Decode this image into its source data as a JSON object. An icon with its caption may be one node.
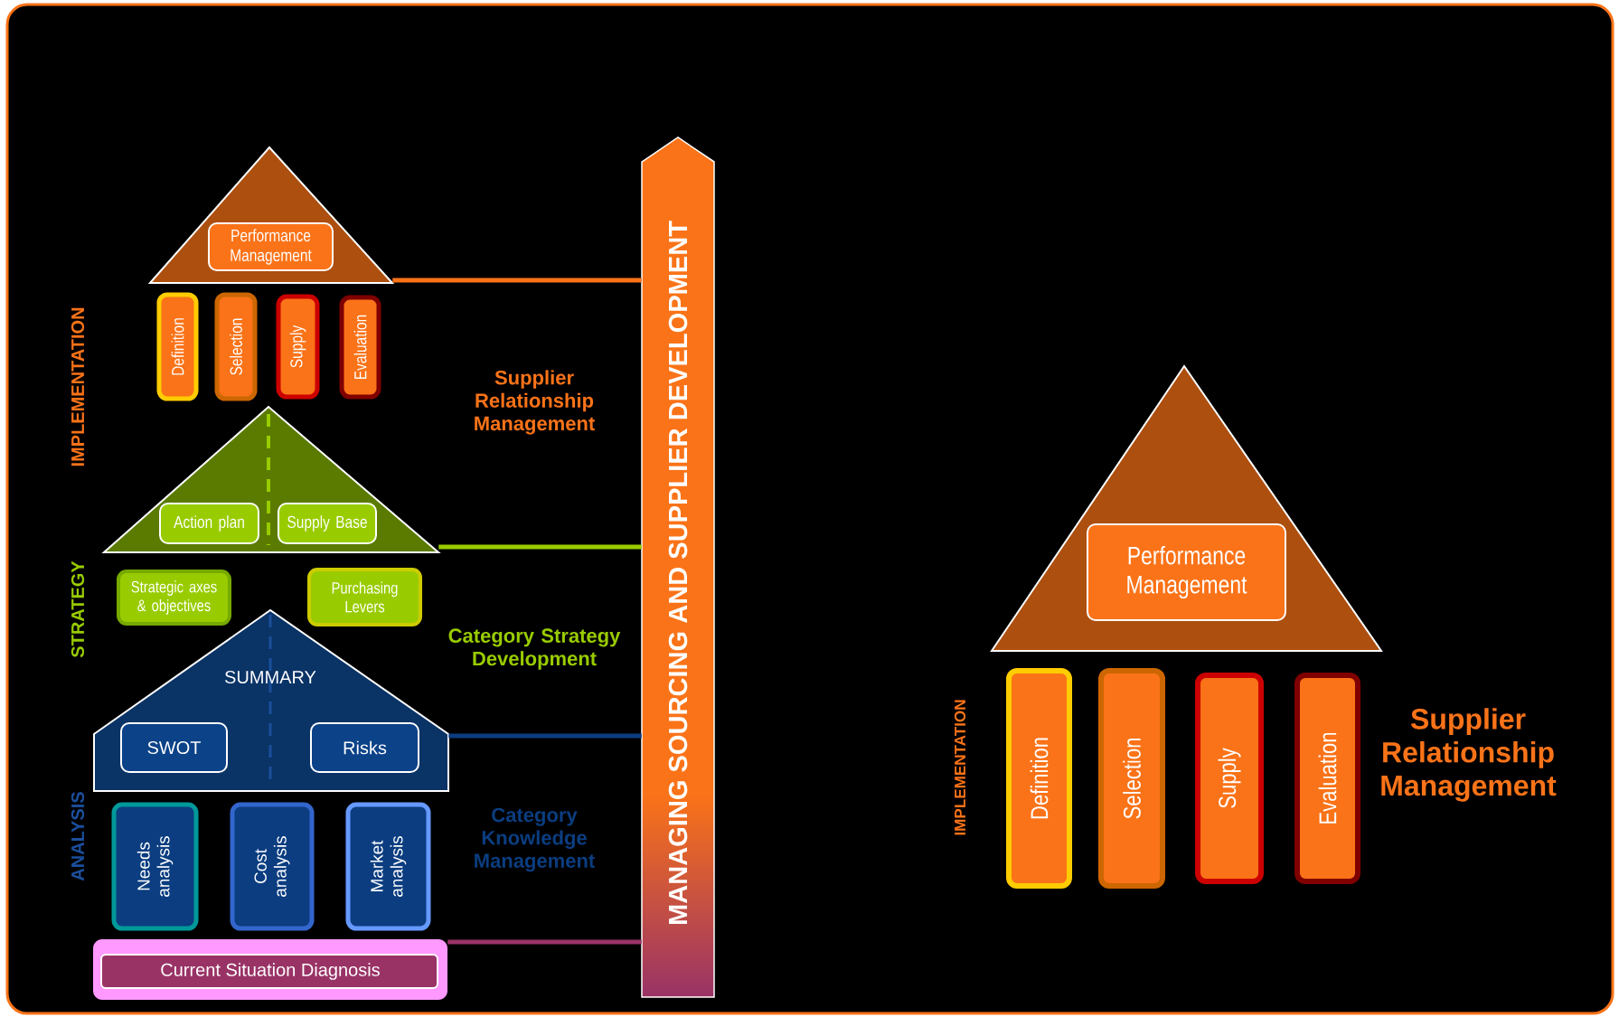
{
  "diagram": {
    "nodes": [
      {
        "text": [],
        "shape": "triangle"
      },
      {
        "text": [
          "Performance Management"
        ],
        "in": 0
      },
      {
        "text": [
          "Definition"
        ]
      },
      {
        "text": [
          "Selection"
        ]
      },
      {
        "text": [
          "Supply"
        ]
      },
      {
        "text": [
          "Evaluation"
        ]
      },
      {
        "text": [],
        "shape": "triangle"
      },
      {
        "text": [
          "Action plan"
        ],
        "in": 6
      },
      {
        "text": [
          "Supply Base"
        ],
        "in": 6
      },
      {
        "text": [
          "Strategic axes & objectives"
        ]
      },
      {
        "text": [
          "Purchasing Levers"
        ]
      },
      {
        "text": [
          "SUMMARY"
        ]
      },
      {
        "text": [
          "SWOT"
        ],
        "in": 11
      },
      {
        "text": [
          "Risks"
        ],
        "in": 11
      },
      {
        "text": [
          "Needs analysis"
        ]
      },
      {
        "text": [
          "Cost analysis"
        ]
      },
      {
        "text": [
          "Market analysis"
        ]
      },
      {
        "text": [
          "Current Situation Diagnosis"
        ]
      },
      {
        "text": [
          "MANAGING SOURCING AND SUPPLIER DEVELOPMENT"
        ]
      },
      {
        "text": [],
        "shape": "triangle"
      },
      {
        "text": [
          "Performance Management"
        ],
        "in": 19
      },
      {
        "text": [
          "Definition"
        ]
      },
      {
        "text": [
          "Selection"
        ]
      },
      {
        "text": [
          "Supply"
        ]
      },
      {
        "text": [
          "Evaluation"
        ]
      }
    ],
    "edges": [
      {
        "from": 0,
        "to": 18,
        "arrow": "none",
        "color": "#fa7318"
      },
      {
        "from": 6,
        "to": 18,
        "arrow": "none",
        "color": "#99cc00"
      },
      {
        "from": 11,
        "to": 18,
        "arrow": "none",
        "color": "#0b3d80"
      },
      {
        "from": 17,
        "to": 18,
        "arrow": "none",
        "color": "#993366"
      }
    ],
    "labels": [
      "IMPLEMENTATION",
      "STRATEGY",
      "ANALYSIS",
      "Supplier Relationship Management",
      "Category Strategy Development",
      "Category Knowledge Management",
      "IMPLEMENTATION",
      "Supplier Relationship Management"
    ]
  }
}
